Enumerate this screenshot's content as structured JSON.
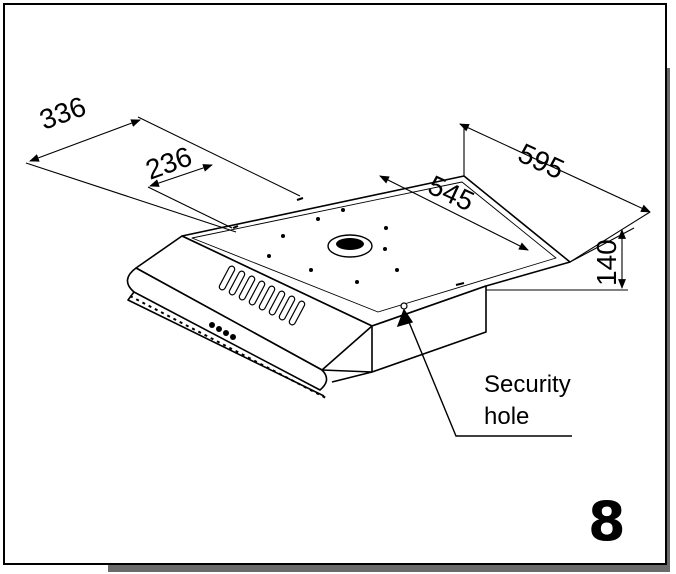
{
  "dimensions": {
    "depth_total": "336",
    "depth_inner": "236",
    "width_total": "595",
    "width_inner": "545",
    "height": "140"
  },
  "callout": {
    "line1": "Security",
    "line2": "hole"
  },
  "figure_number": "8"
}
